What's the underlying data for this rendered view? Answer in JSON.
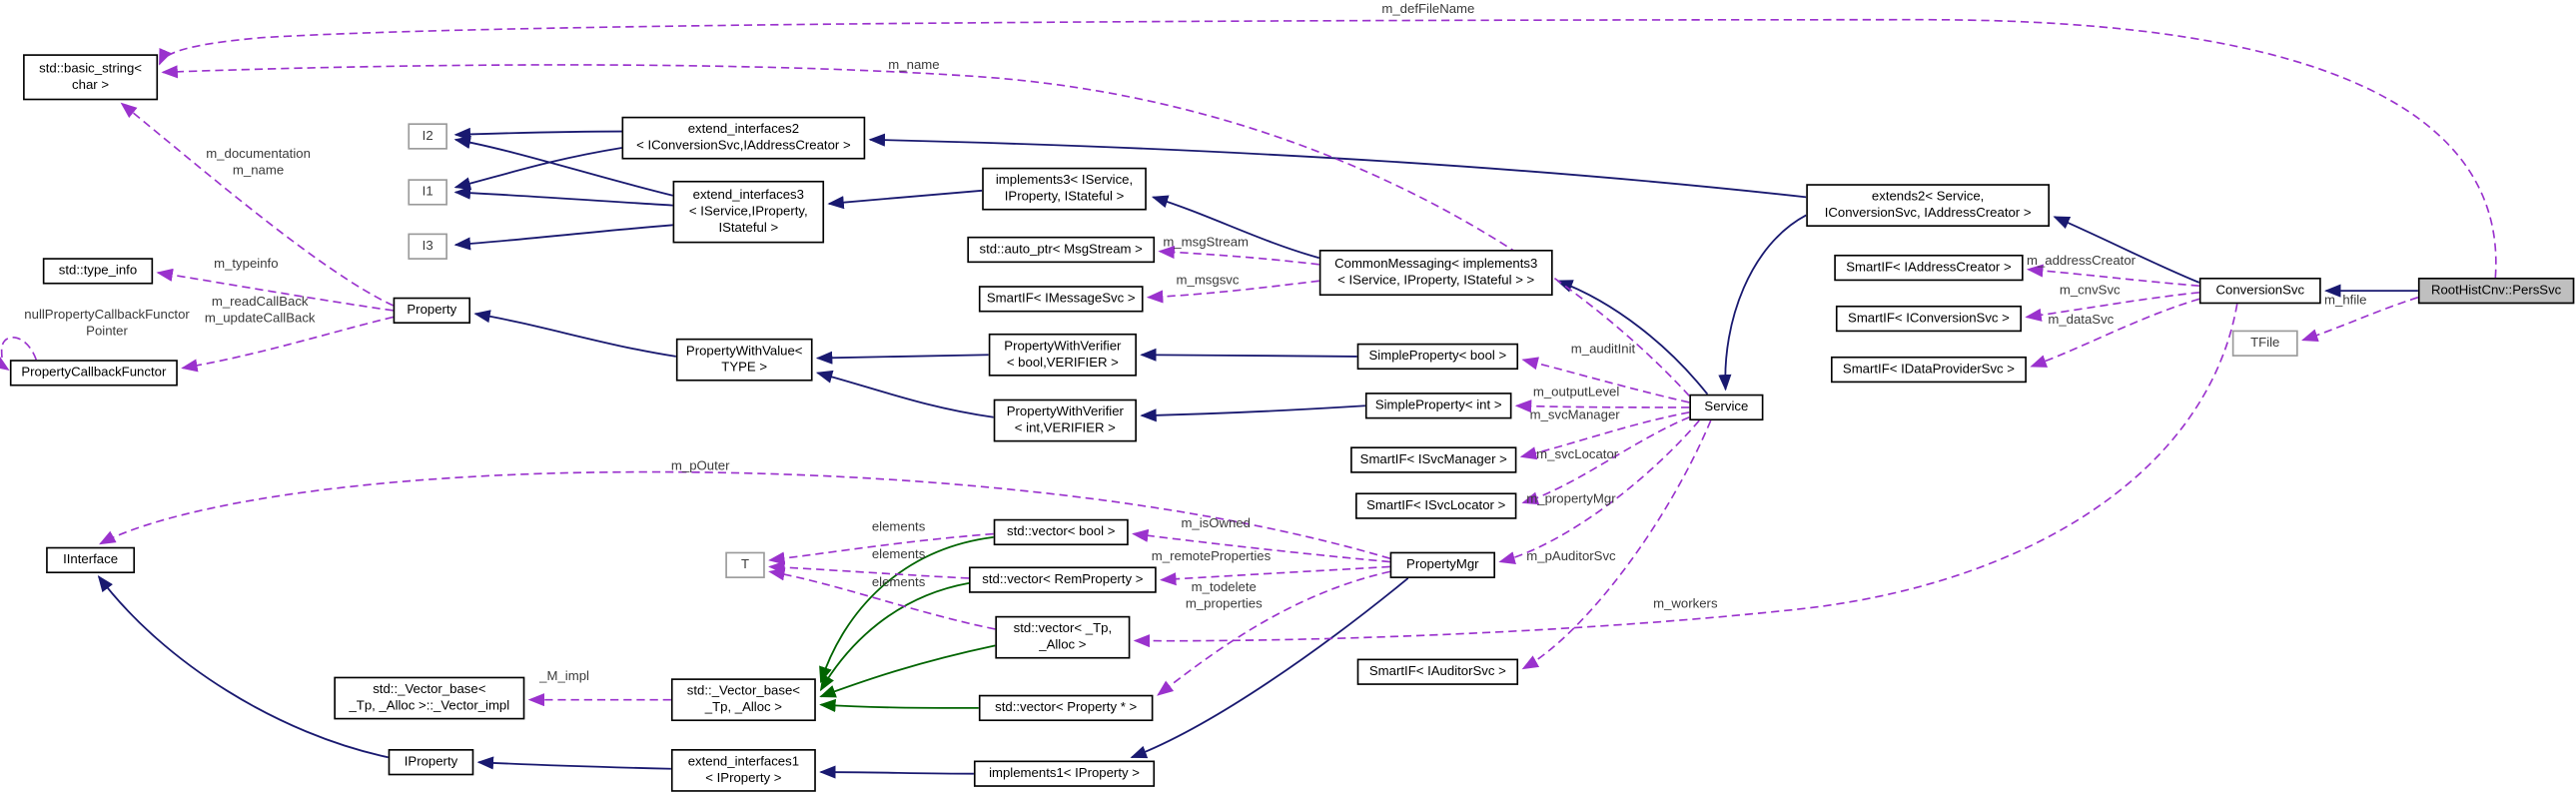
{
  "diagram": {
    "kind": "doxygen-collaboration-graph",
    "target_class": "RootHistCnv::PersSvc",
    "colors": {
      "inheritance": "#191970",
      "protected": "#006400",
      "usage": "#9a32cd",
      "node-border": "#000000",
      "node-bg": "#ffffff",
      "target-bg": "#bfbfbf",
      "label": "#3a3a3a",
      "page-bg": "#ffffff"
    },
    "nodes": [
      {
        "id": "basic_string",
        "label": "std::basic_string<\nchar >"
      },
      {
        "id": "type_info",
        "label": "std::type_info"
      },
      {
        "id": "property_callback_functor",
        "label": "PropertyCallbackFunctor"
      },
      {
        "id": "property",
        "label": "Property"
      },
      {
        "id": "i2",
        "label": "I2"
      },
      {
        "id": "i1",
        "label": "I1"
      },
      {
        "id": "i3",
        "label": "I3"
      },
      {
        "id": "extend_interfaces2",
        "label": "extend_interfaces2\n< IConversionSvc,IAddressCreator >"
      },
      {
        "id": "extend_interfaces3",
        "label": "extend_interfaces3\n< IService,IProperty,\nIStateful >"
      },
      {
        "id": "implements3",
        "label": "implements3< IService,\nIProperty, IStateful >"
      },
      {
        "id": "auto_ptr_msgstream",
        "label": "std::auto_ptr< MsgStream >"
      },
      {
        "id": "smartif_imessagesvc",
        "label": "SmartIF< IMessageSvc >"
      },
      {
        "id": "common_messaging",
        "label": "CommonMessaging< implements3\n< IService, IProperty, IStateful > >"
      },
      {
        "id": "property_with_value",
        "label": "PropertyWithValue<\nTYPE >"
      },
      {
        "id": "pwv_bool",
        "label": "PropertyWithVerifier\n< bool,VERIFIER >"
      },
      {
        "id": "pwv_int",
        "label": "PropertyWithVerifier\n< int,VERIFIER >"
      },
      {
        "id": "simpleproperty_bool",
        "label": "SimpleProperty< bool >"
      },
      {
        "id": "simpleproperty_int",
        "label": "SimpleProperty< int >"
      },
      {
        "id": "smartif_isvcmanager",
        "label": "SmartIF< ISvcManager >"
      },
      {
        "id": "smartif_isvclocator",
        "label": "SmartIF< ISvcLocator >"
      },
      {
        "id": "service",
        "label": "Service"
      },
      {
        "id": "extends2",
        "label": "extends2< Service,\nIConversionSvc, IAddressCreator >"
      },
      {
        "id": "smartif_iaddresscreator",
        "label": "SmartIF< IAddressCreator >"
      },
      {
        "id": "smartif_iconversionsvc",
        "label": "SmartIF< IConversionSvc >"
      },
      {
        "id": "smartif_idataprovidersvc",
        "label": "SmartIF< IDataProviderSvc >"
      },
      {
        "id": "conversionsvc",
        "label": "ConversionSvc"
      },
      {
        "id": "tfile",
        "label": "TFile"
      },
      {
        "id": "perssvc",
        "label": "RootHistCnv::PersSvc"
      },
      {
        "id": "iinterface",
        "label": "IInterface"
      },
      {
        "id": "t",
        "label": "T"
      },
      {
        "id": "vector_bool",
        "label": "std::vector< bool >"
      },
      {
        "id": "vector_remproperty",
        "label": "std::vector< RemProperty >"
      },
      {
        "id": "vector_tp_alloc",
        "label": "std::vector< _Tp,\n_Alloc >"
      },
      {
        "id": "propertymgr",
        "label": "PropertyMgr"
      },
      {
        "id": "smartif_iauditorsvc",
        "label": "SmartIF< IAuditorSvc >"
      },
      {
        "id": "vector_base_impl",
        "label": "std::_Vector_base<\n_Tp, _Alloc >::_Vector_impl"
      },
      {
        "id": "vector_base",
        "label": "std::_Vector_base<\n_Tp, _Alloc >"
      },
      {
        "id": "vector_property_ptr",
        "label": "std::vector< Property * >"
      },
      {
        "id": "iproperty",
        "label": "IProperty"
      },
      {
        "id": "extend_interfaces1",
        "label": "extend_interfaces1\n< IProperty >"
      },
      {
        "id": "implements1",
        "label": "implements1< IProperty >"
      }
    ],
    "edge_labels": [
      {
        "text": "m_defFileName"
      },
      {
        "text": "m_name"
      },
      {
        "text": "m_documentation\nm_name"
      },
      {
        "text": "m_typeinfo"
      },
      {
        "text": "m_readCallBack\nm_updateCallBack"
      },
      {
        "text": "nullPropertyCallbackFunctor\nPointer"
      },
      {
        "text": "m_msgStream"
      },
      {
        "text": "m_msgsvc"
      },
      {
        "text": "m_auditInit"
      },
      {
        "text": "m_outputLevel"
      },
      {
        "text": "m_svcManager"
      },
      {
        "text": "m_svcLocator"
      },
      {
        "text": "m_propertyMgr"
      },
      {
        "text": "m_pAuditorSvc"
      },
      {
        "text": "m_addressCreator"
      },
      {
        "text": "m_cnvSvc"
      },
      {
        "text": "m_dataSvc"
      },
      {
        "text": "m_hfile"
      },
      {
        "text": "m_pOuter"
      },
      {
        "text": "elements"
      },
      {
        "text": "elements"
      },
      {
        "text": "elements"
      },
      {
        "text": "m_isOwned"
      },
      {
        "text": "m_remoteProperties"
      },
      {
        "text": "m_todelete\nm_properties"
      },
      {
        "text": "m_workers"
      },
      {
        "text": "_M_impl"
      }
    ],
    "edges": [
      {
        "from": "extend_interfaces2",
        "to": "I2",
        "rel": "inherits"
      },
      {
        "from": "extend_interfaces2",
        "to": "I1",
        "rel": "inherits"
      },
      {
        "from": "extend_interfaces3",
        "to": "I2",
        "rel": "inherits"
      },
      {
        "from": "extend_interfaces3",
        "to": "I1",
        "rel": "inherits"
      },
      {
        "from": "extend_interfaces3",
        "to": "I3",
        "rel": "inherits"
      },
      {
        "from": "implements3",
        "to": "extend_interfaces3",
        "rel": "inherits"
      },
      {
        "from": "CommonMessaging",
        "to": "implements3",
        "rel": "inherits"
      },
      {
        "from": "Service",
        "to": "CommonMessaging",
        "rel": "inherits"
      },
      {
        "from": "PropertyWithValue",
        "to": "Property",
        "rel": "inherits"
      },
      {
        "from": "PropertyWithVerifier< bool,VERIFIER >",
        "to": "PropertyWithValue",
        "rel": "inherits"
      },
      {
        "from": "PropertyWithVerifier< int,VERIFIER >",
        "to": "PropertyWithValue",
        "rel": "inherits"
      },
      {
        "from": "SimpleProperty< bool >",
        "to": "PropertyWithVerifier< bool,VERIFIER >",
        "rel": "inherits"
      },
      {
        "from": "SimpleProperty< int >",
        "to": "PropertyWithVerifier< int,VERIFIER >",
        "rel": "inherits"
      },
      {
        "from": "extends2",
        "to": "Service",
        "rel": "inherits"
      },
      {
        "from": "extends2",
        "to": "extend_interfaces2",
        "rel": "inherits"
      },
      {
        "from": "ConversionSvc",
        "to": "extends2",
        "rel": "inherits"
      },
      {
        "from": "RootHistCnv::PersSvc",
        "to": "ConversionSvc",
        "rel": "inherits"
      },
      {
        "from": "IProperty",
        "to": "IInterface",
        "rel": "inherits"
      },
      {
        "from": "extend_interfaces1",
        "to": "IProperty",
        "rel": "inherits"
      },
      {
        "from": "implements1",
        "to": "extend_interfaces1",
        "rel": "inherits"
      },
      {
        "from": "PropertyMgr",
        "to": "implements1",
        "rel": "inherits"
      },
      {
        "from": "std::vector< bool >",
        "to": "std::_Vector_base",
        "rel": "protected-inherits"
      },
      {
        "from": "std::vector< RemProperty >",
        "to": "std::_Vector_base",
        "rel": "protected-inherits"
      },
      {
        "from": "std::vector< _Tp, _Alloc >",
        "to": "std::_Vector_base",
        "rel": "protected-inherits"
      },
      {
        "from": "std::vector< Property * >",
        "to": "std::_Vector_base",
        "rel": "protected-inherits"
      },
      {
        "from": "RootHistCnv::PersSvc",
        "to": "std::basic_string< char >",
        "rel": "uses",
        "label": "m_defFileName"
      },
      {
        "from": "Service",
        "to": "std::basic_string< char >",
        "rel": "uses",
        "label": "m_name"
      },
      {
        "from": "Property",
        "to": "std::basic_string< char >",
        "rel": "uses",
        "label": "m_documentation m_name"
      },
      {
        "from": "Property",
        "to": "std::type_info",
        "rel": "uses",
        "label": "m_typeinfo"
      },
      {
        "from": "Property",
        "to": "PropertyCallbackFunctor",
        "rel": "uses",
        "label": "m_readCallBack m_updateCallBack"
      },
      {
        "from": "PropertyCallbackFunctor",
        "to": "PropertyCallbackFunctor",
        "rel": "uses",
        "label": "nullPropertyCallbackFunctorPointer"
      },
      {
        "from": "CommonMessaging",
        "to": "std::auto_ptr< MsgStream >",
        "rel": "uses",
        "label": "m_msgStream"
      },
      {
        "from": "CommonMessaging",
        "to": "SmartIF< IMessageSvc >",
        "rel": "uses",
        "label": "m_msgsvc"
      },
      {
        "from": "Service",
        "to": "SimpleProperty< bool >",
        "rel": "uses",
        "label": "m_auditInit"
      },
      {
        "from": "Service",
        "to": "SimpleProperty< int >",
        "rel": "uses",
        "label": "m_outputLevel"
      },
      {
        "from": "Service",
        "to": "SmartIF< ISvcManager >",
        "rel": "uses",
        "label": "m_svcManager"
      },
      {
        "from": "Service",
        "to": "SmartIF< ISvcLocator >",
        "rel": "uses",
        "label": "m_svcLocator"
      },
      {
        "from": "Service",
        "to": "PropertyMgr",
        "rel": "uses",
        "label": "m_propertyMgr"
      },
      {
        "from": "Service",
        "to": "SmartIF< IAuditorSvc >",
        "rel": "uses",
        "label": "m_pAuditorSvc"
      },
      {
        "from": "ConversionSvc",
        "to": "SmartIF< IAddressCreator >",
        "rel": "uses",
        "label": "m_addressCreator"
      },
      {
        "from": "ConversionSvc",
        "to": "SmartIF< IConversionSvc >",
        "rel": "uses",
        "label": "m_cnvSvc"
      },
      {
        "from": "ConversionSvc",
        "to": "SmartIF< IDataProviderSvc >",
        "rel": "uses",
        "label": "m_dataSvc"
      },
      {
        "from": "ConversionSvc",
        "to": "std::vector< _Tp, _Alloc >",
        "rel": "uses",
        "label": "m_workers"
      },
      {
        "from": "RootHistCnv::PersSvc",
        "to": "TFile",
        "rel": "uses",
        "label": "m_hfile"
      },
      {
        "from": "PropertyMgr",
        "to": "IInterface",
        "rel": "uses",
        "label": "m_pOuter"
      },
      {
        "from": "std::vector< bool >",
        "to": "T",
        "rel": "uses",
        "label": "elements"
      },
      {
        "from": "std::vector< RemProperty >",
        "to": "T",
        "rel": "uses",
        "label": "elements"
      },
      {
        "from": "std::vector< _Tp, _Alloc >",
        "to": "T",
        "rel": "uses",
        "label": "elements"
      },
      {
        "from": "PropertyMgr",
        "to": "std::vector< bool >",
        "rel": "uses",
        "label": "m_isOwned"
      },
      {
        "from": "PropertyMgr",
        "to": "std::vector< RemProperty >",
        "rel": "uses",
        "label": "m_remoteProperties"
      },
      {
        "from": "PropertyMgr",
        "to": "std::vector< Property * >",
        "rel": "uses",
        "label": "m_todelete m_properties"
      },
      {
        "from": "std::_Vector_base",
        "to": "std::_Vector_base< _Tp, _Alloc >::_Vector_impl",
        "rel": "uses",
        "label": "_M_impl"
      }
    ]
  }
}
